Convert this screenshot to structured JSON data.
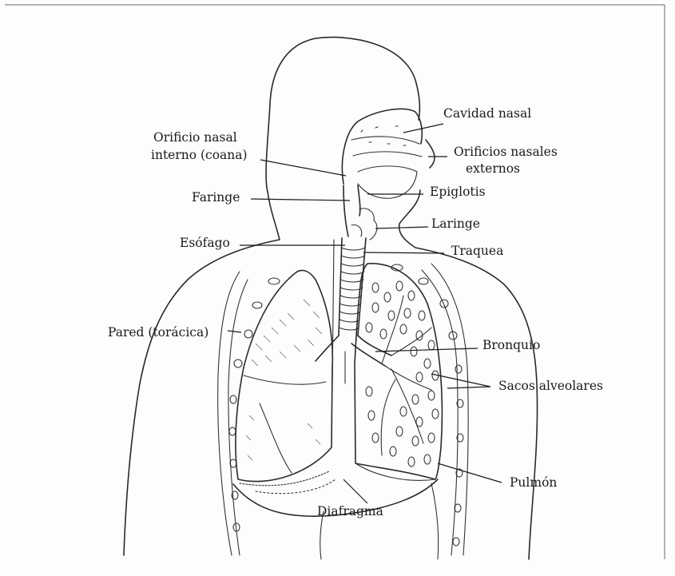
{
  "diagram": {
    "labels": {
      "cavidad_nasal": "Cavidad nasal",
      "orificio_interno_1": "Orificio nasal",
      "orificio_interno_2": "interno (coana)",
      "orificios_externos_1": "Orificios nasales",
      "orificios_externos_2": "externos",
      "faringe": "Faringe",
      "epiglotis": "Epiglotis",
      "laringe": "Laringe",
      "esofago": "Esófago",
      "traquea": "Traquea",
      "pared": "Pared (torácica)",
      "bronquio": "Bronquio",
      "sacos": "Sacos alveolares",
      "pulmon": "Pulmón",
      "diafragma": "Diafragma"
    }
  }
}
